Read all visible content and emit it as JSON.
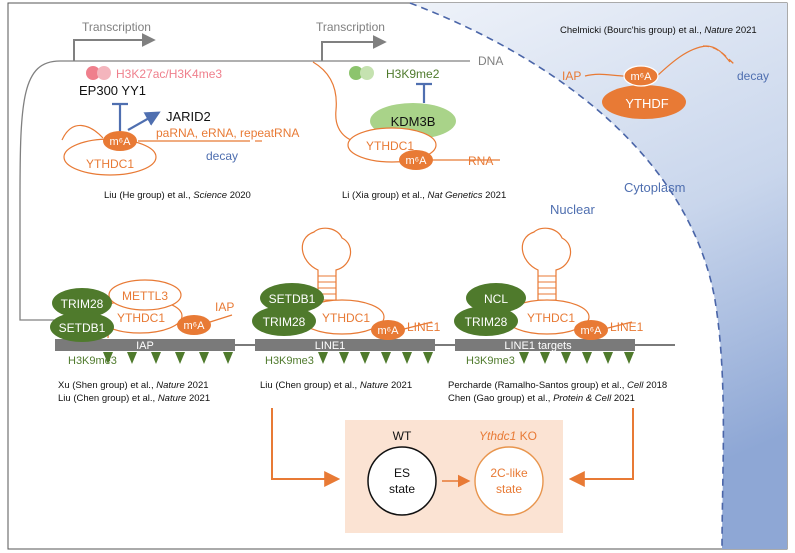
{
  "top_left": {
    "transcription": "Transcription",
    "histone_marks": "H3K27ac/H3K4me3",
    "factors": "EP300 YY1",
    "jarid2": "JARID2",
    "m6a": "m⁶A",
    "rnas": "paRNA, eRNA, repeatRNA",
    "ythdc1": "YTHDC1",
    "decay": "decay",
    "citation_prefix": "Liu (He group) et al., ",
    "citation_journal": "Science",
    "citation_year": " 2020"
  },
  "top_mid": {
    "transcription": "Transcription",
    "dna": "DNA",
    "histone_mark": "H3K9me2",
    "kdm3b": "KDM3B",
    "ythdc1": "YTHDC1",
    "m6a": "m⁶A",
    "rna": "RNA",
    "citation_prefix": "Li (Xia group) et al., ",
    "citation_journal": "Nat Genetics",
    "citation_year": " 2021"
  },
  "top_right": {
    "citation_prefix": "Chelmicki (Bourc'his group) et al., ",
    "citation_journal": "Nature",
    "citation_year": " 2021",
    "iap": "IAP",
    "m6a": "m⁶A",
    "decay": "decay",
    "ythdf": "YTHDF"
  },
  "compartments": {
    "cytoplasm": "Cytoplasm",
    "nuclear": "Nuclear"
  },
  "panel_iap": {
    "trim28": "TRIM28",
    "setdb1": "SETDB1",
    "mettl3": "METTL3",
    "ythdc1": "YTHDC1",
    "m6a": "m⁶A",
    "iap": "IAP",
    "bar_label": "IAP",
    "h3k9me3": "H3K9me3",
    "citation1_prefix": "Xu (Shen group) et al., ",
    "citation1_journal": "Nature",
    "citation1_year": " 2021",
    "citation2_prefix": "Liu (Chen group) et al., ",
    "citation2_journal": "Nature",
    "citation2_year": " 2021"
  },
  "panel_line1": {
    "setdb1": "SETDB1",
    "trim28": "TRIM28",
    "ythdc1": "YTHDC1",
    "m6a": "m⁶A",
    "line1": "LINE1",
    "bar_label": "LINE1",
    "h3k9me3": "H3K9me3",
    "citation_prefix": "Liu (Chen group) et al., ",
    "citation_journal": "Nature",
    "citation_year": " 2021"
  },
  "panel_targets": {
    "ncl": "NCL",
    "trim28": "TRIM28",
    "ythdc1": "YTHDC1",
    "m6a": "m⁶A",
    "line1": "LINE1",
    "bar_label": "LINE1 targets",
    "h3k9me3": "H3K9me3",
    "citation1_prefix": "Percharde (Ramalho-Santos group) et al., ",
    "citation1_journal": "Cell",
    "citation1_year": " 2018",
    "citation2_prefix": "Chen (Gao group) et al., ",
    "citation2_journal": "Protein & Cell",
    "citation2_year": " 2021"
  },
  "states": {
    "wt": "WT",
    "ko_gene": "Ythdc1",
    "ko_suffix": " KO",
    "es_line1": "ES",
    "es_line2": "state",
    "twoc_line1": "2C-like",
    "twoc_line2": "state"
  },
  "colors": {
    "orange": "#e87a35",
    "orange_light": "#e8954d",
    "dark_green": "#4f7a2c",
    "light_green": "#a9d389",
    "blue_text": "#4f6fb0",
    "pink": "#ef7f8c",
    "gray": "#808080",
    "peach": "#fbe3d3",
    "cyto_top": "#e6ecf6",
    "cyto_bottom": "#8ea7d5"
  }
}
